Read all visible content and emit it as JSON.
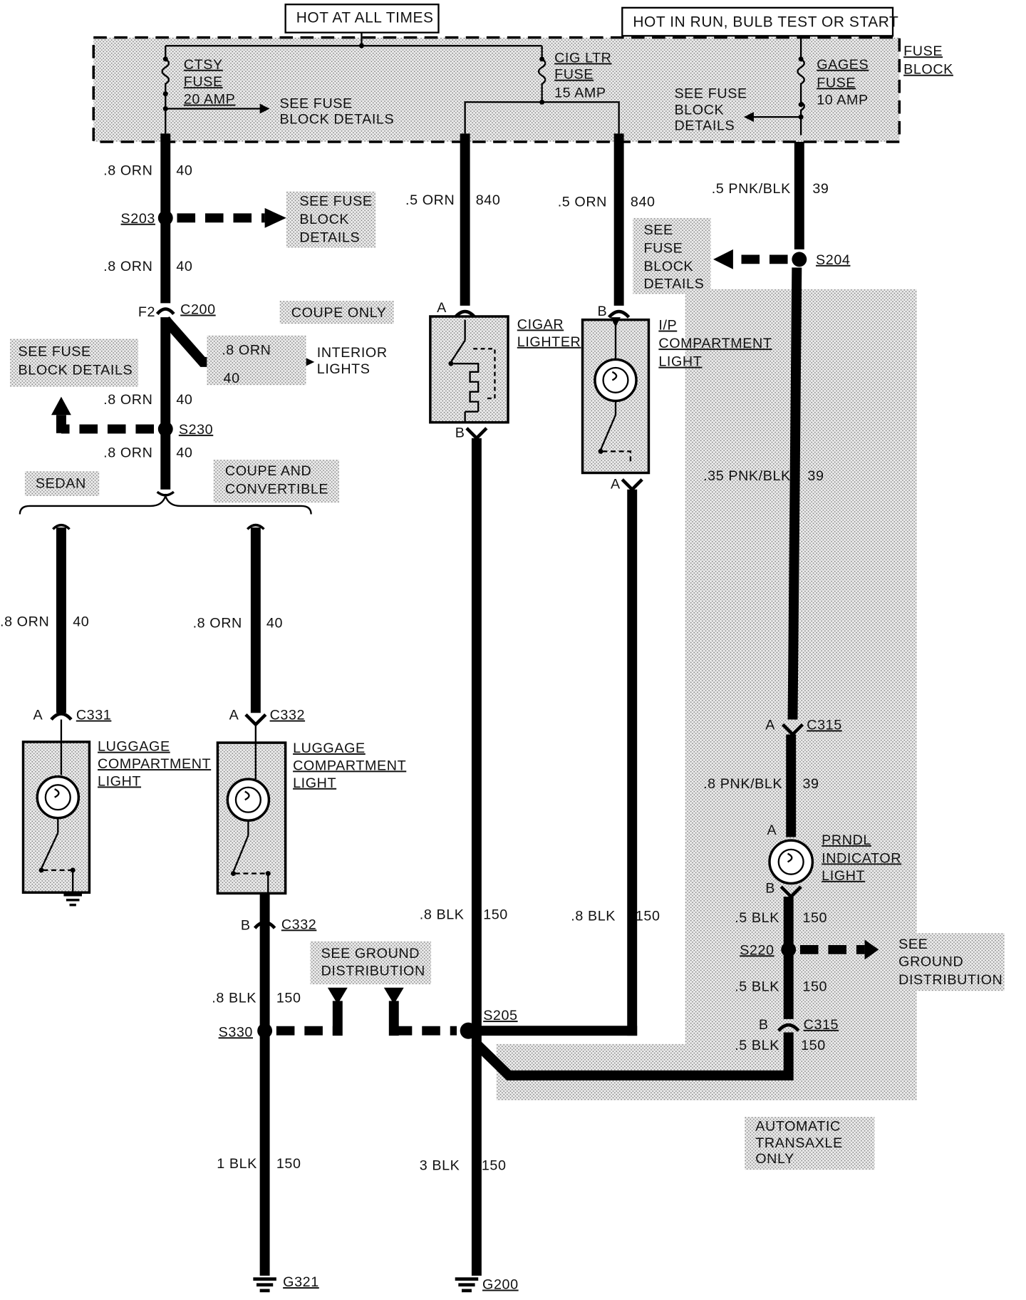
{
  "headers": {
    "hot_all_times": "HOT AT ALL TIMES",
    "hot_run": "HOT IN RUN, BULB TEST OR START"
  },
  "fuse_block": {
    "label_1": "FUSE",
    "label_2": "BLOCK",
    "ctsy": [
      "CTSY",
      "FUSE",
      "20 AMP"
    ],
    "cig": [
      "CIG LTR",
      "FUSE",
      "15 AMP"
    ],
    "gages": [
      "GAGES",
      "FUSE",
      "10 AMP"
    ],
    "see_details_left": [
      "SEE FUSE",
      "BLOCK DETAILS"
    ],
    "see_details_right": [
      "SEE FUSE",
      "BLOCK",
      "DETAILS"
    ]
  },
  "wires": {
    "orn_08": ".8 ORN",
    "orn_05": ".5 ORN",
    "circ_40": "40",
    "circ_840": "840",
    "circ_39": "39",
    "circ_150": "150",
    "pnk_05": ".5 PNK/BLK",
    "pnk_035": ".35 PNK/BLK",
    "pnk_08": ".8 PNK/BLK",
    "blk_08": ".8 BLK",
    "blk_05": ".5 BLK",
    "blk_1": "1 BLK",
    "blk_3": "3 BLK"
  },
  "splices": {
    "s203": "S203",
    "s230": "S230",
    "s204": "S204",
    "s205": "S205",
    "s220": "S220",
    "s330": "S330"
  },
  "connectors": {
    "c200": "C200",
    "f2": "F2",
    "c331": "C331",
    "c332": "C332",
    "c315": "C315",
    "pin_a": "A",
    "pin_b": "B"
  },
  "grounds": {
    "g321": "G321",
    "g200": "G200"
  },
  "notes": {
    "see_fuse_block_details": [
      "SEE FUSE",
      "BLOCK",
      "DETAILS"
    ],
    "see_fuse_block_details_2": [
      "SEE FUSE",
      "BLOCK DETAILS"
    ],
    "see_fuse_block_details_3": [
      "SEE",
      "FUSE",
      "BLOCK",
      "DETAILS"
    ],
    "coupe_only": "COUPE ONLY",
    "interior_lights": [
      "INTERIOR",
      "LIGHTS"
    ],
    "sedan": "SEDAN",
    "coupe_conv": [
      "COUPE AND",
      "CONVERTIBLE"
    ],
    "see_ground_dist": [
      "SEE GROUND",
      "DISTRIBUTION"
    ],
    "see_ground_dist_right": [
      "SEE",
      "GROUND",
      "DISTRIBUTION"
    ],
    "auto_trans": [
      "AUTOMATIC",
      "TRANSAXLE",
      "ONLY"
    ]
  },
  "components": {
    "cigar_lighter": [
      "CIGAR",
      "LIGHTER"
    ],
    "ip_light": [
      "I/P",
      "COMPARTMENT",
      "LIGHT"
    ],
    "luggage_light": [
      "LUGGAGE",
      "COMPARTMENT",
      "LIGHT"
    ],
    "prndl": [
      "PRNDL",
      "INDICATOR",
      "LIGHT"
    ]
  }
}
